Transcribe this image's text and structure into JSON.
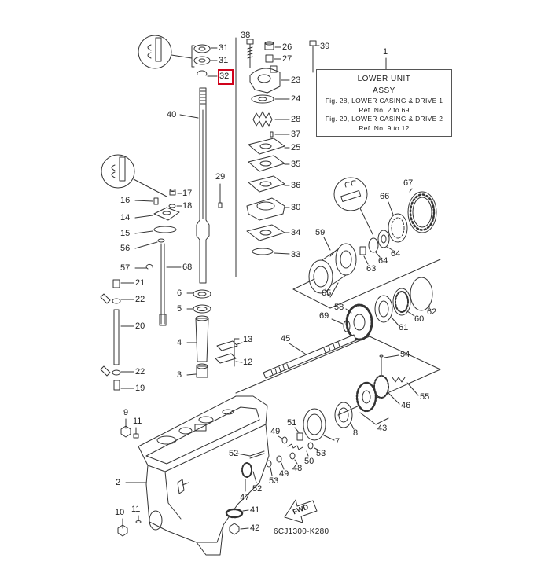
{
  "callouts": [
    "31",
    "31",
    "32",
    "38",
    "26",
    "39",
    "27",
    "23",
    "24",
    "28",
    "37",
    "25",
    "35",
    "36",
    "30",
    "34",
    "33",
    "40",
    "29",
    "17",
    "18",
    "16",
    "14",
    "15",
    "56",
    "57",
    "68",
    "21",
    "22",
    "20",
    "22",
    "19",
    "6",
    "5",
    "4",
    "3",
    "13",
    "12",
    "9",
    "11",
    "2",
    "10",
    "11",
    "1",
    "67",
    "66",
    "59",
    "64",
    "64",
    "63",
    "65",
    "58",
    "69",
    "61",
    "60",
    "62",
    "45",
    "54",
    "46",
    "55",
    "43",
    "7",
    "8",
    "51",
    "49",
    "53",
    "50",
    "48",
    "49",
    "53",
    "52",
    "52",
    "47",
    "41",
    "42"
  ],
  "title_box": {
    "line1": "LOWER UNIT",
    "line2": "ASSY",
    "line3": "Fig. 28, LOWER CASING & DRIVE 1",
    "line4": "Ref. No. 2 to 69",
    "line5": "Fig. 29, LOWER CASING & DRIVE 2",
    "line6": "Ref. No. 9 to 12"
  },
  "fwd_label": "FWD",
  "drawing_code": "6CJ1300-K280",
  "highlight_color": "#d0021b"
}
